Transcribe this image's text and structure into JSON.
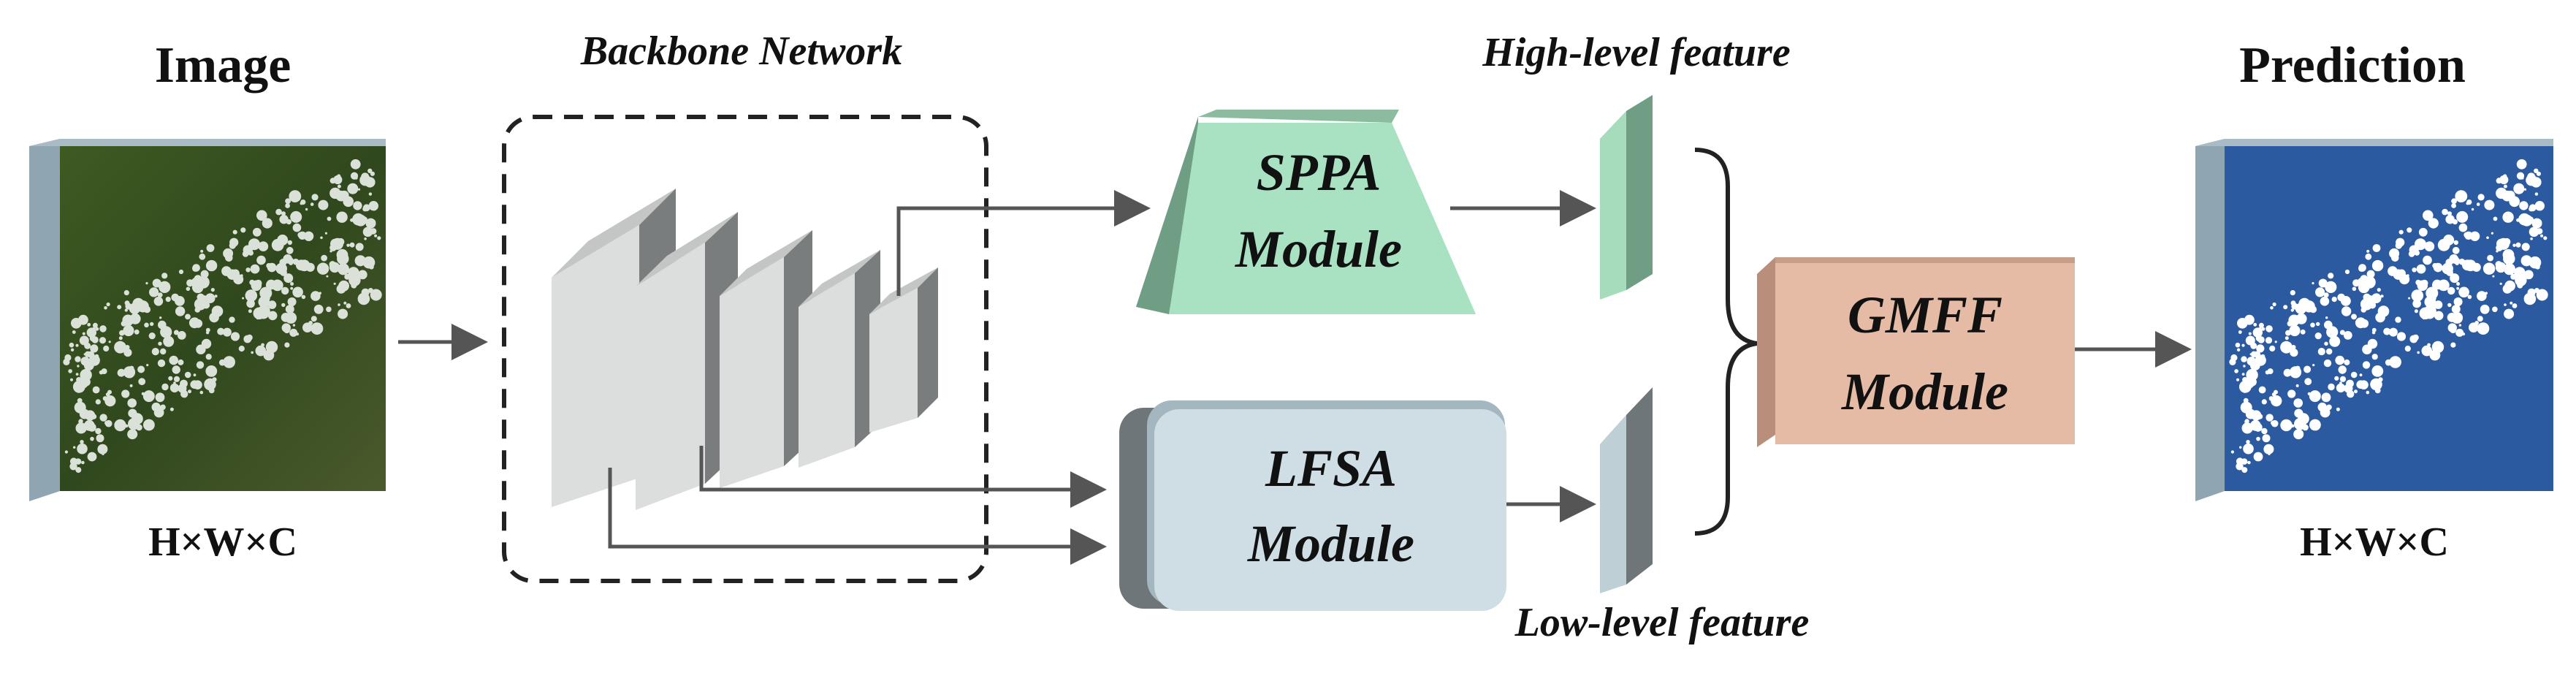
{
  "labels": {
    "image": "Image",
    "prediction": "Prediction",
    "input_dims": "H×W×C",
    "output_dims": "H×W×C",
    "backbone": "Backbone Network",
    "high_level": "High-level feature",
    "low_level": "Low-level feature"
  },
  "modules": {
    "sppa": {
      "line1": "SPPA",
      "line2": "Module"
    },
    "lfsa": {
      "line1": "LFSA",
      "line2": "Module"
    },
    "gmff": {
      "line1": "GMFF",
      "line2": "Module"
    }
  },
  "colors": {
    "sppa_front": "#a8e2c3",
    "sppa_side": "#6f9e84",
    "lfsa_front": "#cfdde5",
    "lfsa_side": "#6f7679",
    "gmff_front": "#e6bba6",
    "gmff_side": "#b98f7c",
    "high_feature": "#a6dcbc",
    "low_feature": "#bfcfd6",
    "prediction_bg": "#2b5aa0",
    "arrow": "#555555"
  },
  "icons": {
    "input_image": "satellite-image-icon",
    "output_image": "cloud-mask-icon"
  }
}
